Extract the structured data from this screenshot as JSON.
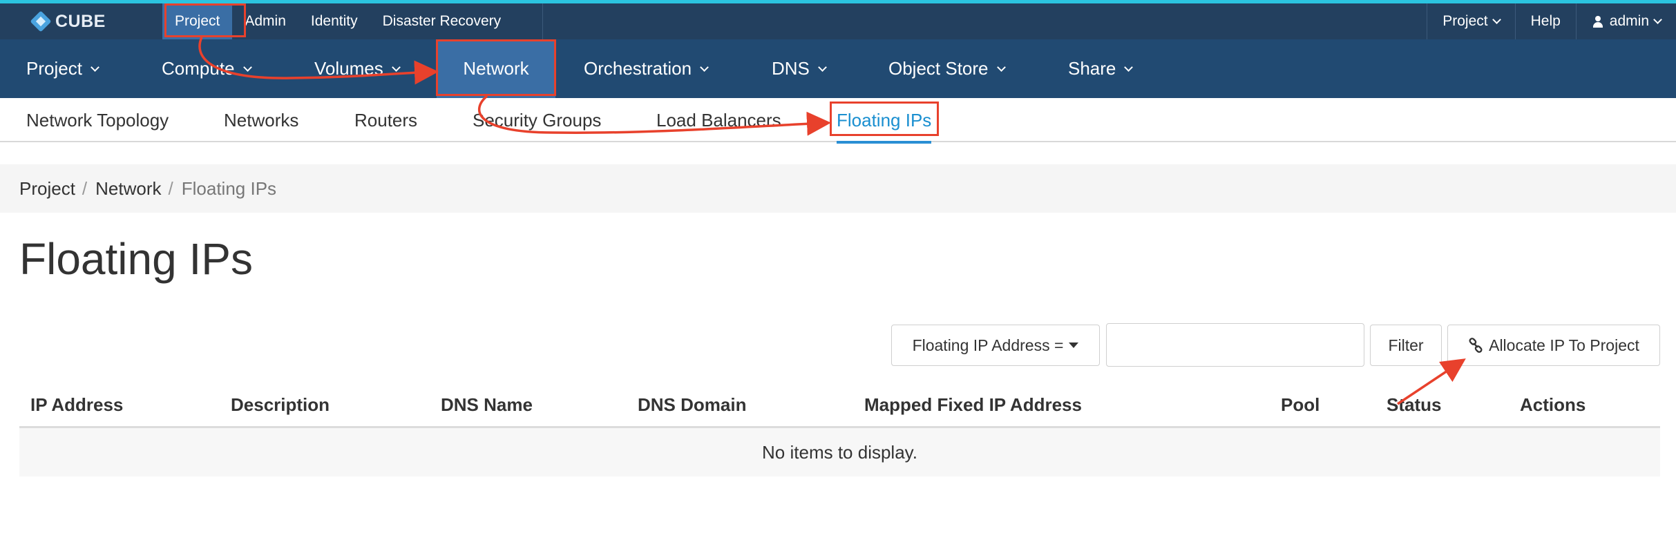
{
  "brand": {
    "name": "CUBE",
    "accent": "#2bc4e0",
    "nav_bg": "#214a72",
    "topbar_bg": "#23405f",
    "active_bg": "#3a6ea5",
    "annotation": "#e8412c"
  },
  "topbar": {
    "nav": [
      "Project",
      "Admin",
      "Identity",
      "Disaster Recovery"
    ],
    "active": "Project",
    "right": {
      "project_menu": "Project",
      "help": "Help",
      "user": "admin"
    }
  },
  "mainnav": {
    "items": [
      "Project",
      "Compute",
      "Volumes",
      "Network",
      "Orchestration",
      "DNS",
      "Object Store",
      "Share"
    ],
    "active": "Network"
  },
  "subnav": {
    "items": [
      "Network Topology",
      "Networks",
      "Routers",
      "Security Groups",
      "Load Balancers",
      "Floating IPs"
    ],
    "active": "Floating IPs"
  },
  "breadcrumb": [
    "Project",
    "Network",
    "Floating IPs"
  ],
  "page": {
    "title": "Floating IPs"
  },
  "filter": {
    "field_label": "Floating IP Address =",
    "input_value": "",
    "filter_button": "Filter",
    "allocate_button": "Allocate IP To Project"
  },
  "table": {
    "columns": [
      "IP Address",
      "Description",
      "DNS Name",
      "DNS Domain",
      "Mapped Fixed IP Address",
      "Pool",
      "Status",
      "Actions"
    ],
    "empty_message": "No items to display."
  }
}
